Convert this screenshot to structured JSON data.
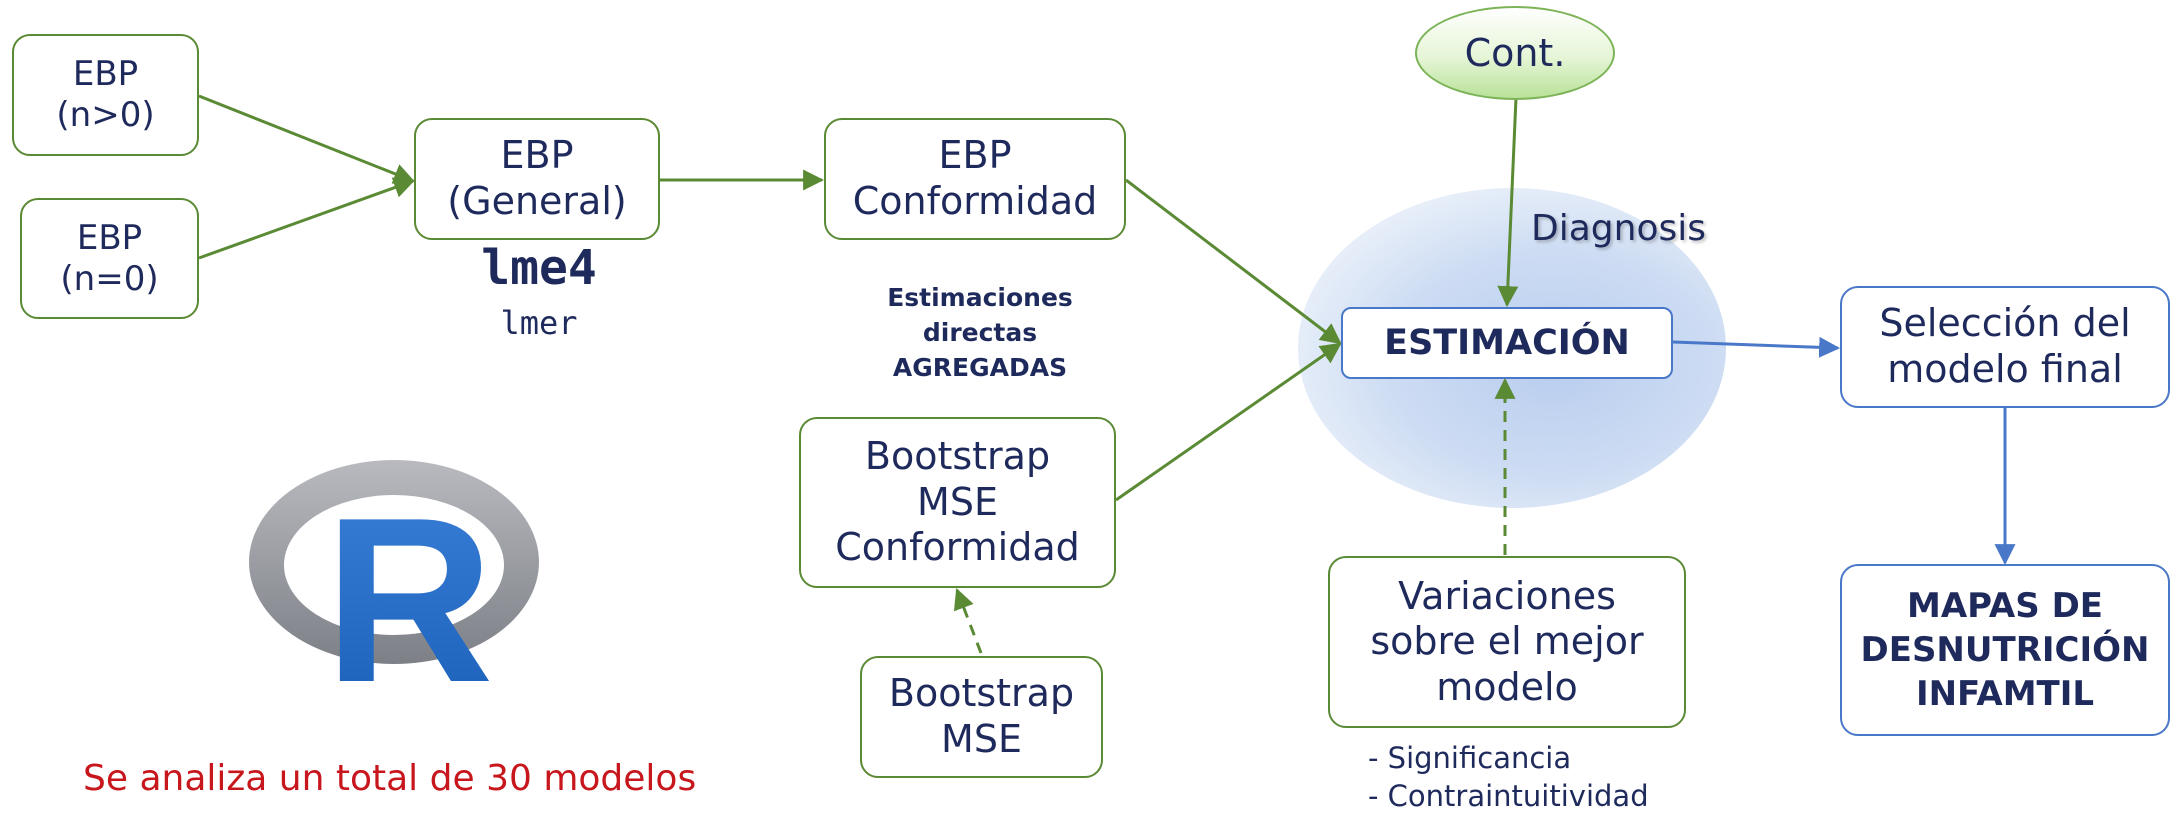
{
  "nodes": {
    "ebp_n_gt_0": [
      "EBP",
      "(n>0)"
    ],
    "ebp_n_eq_0": [
      "EBP",
      "(n=0)"
    ],
    "ebp_general": [
      "EBP",
      "(General)"
    ],
    "lme4": "lme4",
    "lmer": "lmer",
    "ebp_conformidad": [
      "EBP",
      "Conformidad"
    ],
    "estimaciones_directas": [
      "Estimaciones",
      "directas",
      "AGREGADAS"
    ],
    "bootstrap_mse_conformidad": [
      "Bootstrap",
      "MSE",
      "Conformidad"
    ],
    "bootstrap_mse": [
      "Bootstrap",
      "MSE"
    ],
    "cont": "Cont.",
    "diagnosis": "Diagnosis",
    "estimacion": "ESTIMACIÓN",
    "variaciones": [
      "Variaciones",
      "sobre el mejor",
      "modelo"
    ],
    "variaciones_notes": [
      "- Significancia",
      "- Contraintuitividad"
    ],
    "seleccion": [
      "Selección del",
      "modelo final"
    ],
    "mapas": [
      "MAPAS DE",
      "DESNUTRICIÓN",
      "INFAMTIL"
    ],
    "footer_note": "Se analiza un total de 30 modelos",
    "r_logo_letter": "R"
  },
  "colors": {
    "green_border": "#5b8a35",
    "blue_border": "#4a78c8",
    "text_navy": "#1f2a5c",
    "note_red": "#c8161d",
    "r_blue": "#2166c4",
    "r_ring_gray": "#9a9ca3"
  }
}
